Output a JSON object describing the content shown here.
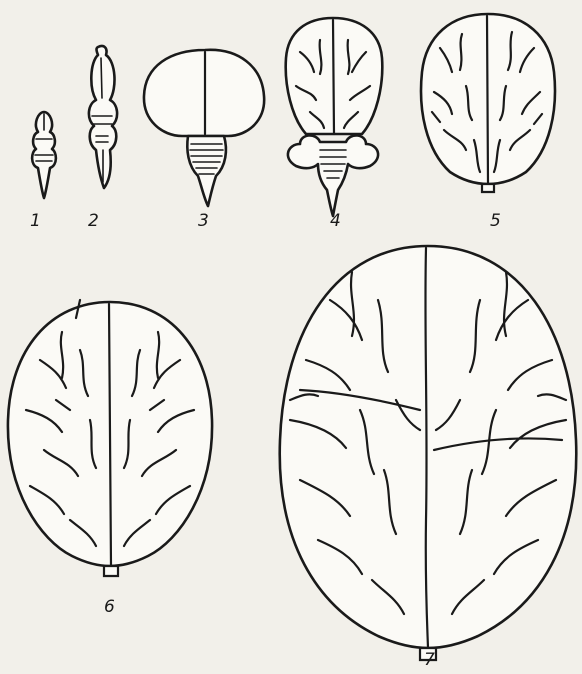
{
  "figure": {
    "labels": [
      "1",
      "2",
      "3",
      "4",
      "5",
      "6",
      "7"
    ],
    "colors": {
      "ink": "#1a1a1a",
      "paper": "#f2f0ea",
      "brain_fill": "#fbfaf6"
    }
  }
}
